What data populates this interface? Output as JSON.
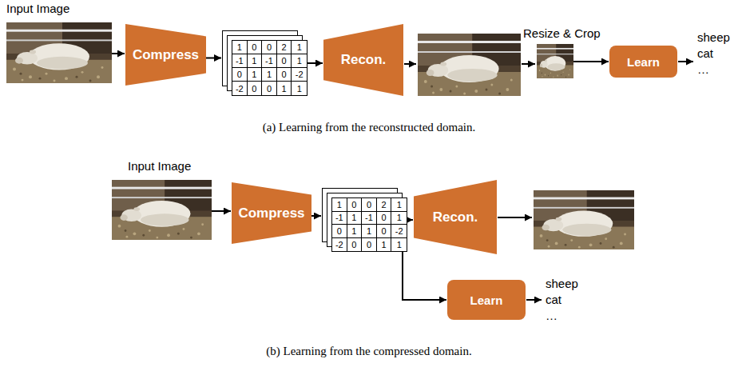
{
  "diagram": {
    "nodes": [
      {
        "text": [
          "Input Image"
        ]
      },
      {
        "text": [
          "Compress"
        ]
      },
      {
        "text": [
          "1",
          "0",
          "0",
          "2",
          "1",
          "-1",
          "1",
          "-1",
          "0",
          "1",
          "0",
          "1",
          "1",
          "0",
          "-2",
          "-2",
          "0",
          "0",
          "1",
          "1"
        ]
      },
      {
        "text": [
          "Recon."
        ]
      },
      {
        "text": [
          "Resize & Crop"
        ]
      },
      {
        "text": [
          "Learn"
        ]
      },
      {
        "text": [
          "Input Image"
        ]
      },
      {
        "text": [
          "Compress"
        ]
      },
      {
        "text": [
          "1",
          "0",
          "0",
          "2",
          "1",
          "-1",
          "1",
          "-1",
          "0",
          "1",
          "0",
          "1",
          "1",
          "0",
          "-2",
          "-2",
          "0",
          "0",
          "1",
          "1"
        ]
      },
      {
        "text": [
          "Recon."
        ]
      },
      {
        "text": [
          "Learn"
        ]
      }
    ],
    "edges": [
      {
        "from": 0,
        "to": 1,
        "arrow": "to"
      },
      {
        "from": 1,
        "to": 2,
        "arrow": "to"
      },
      {
        "from": 2,
        "to": 3,
        "arrow": "to"
      },
      {
        "from": 4,
        "to": 5,
        "arrow": "to"
      },
      {
        "from": 6,
        "to": 7,
        "arrow": "to"
      },
      {
        "from": 7,
        "to": 8,
        "arrow": "to"
      },
      {
        "from": 8,
        "to": 9,
        "arrow": "to"
      },
      {
        "from": 8,
        "to": 10,
        "arrow": "to"
      }
    ],
    "labels": [
      "sheep",
      "cat",
      "…",
      "(a) Learning from the reconstructed domain.",
      "sheep",
      "cat",
      "…",
      "(b) Learning from the compressed domain."
    ]
  }
}
